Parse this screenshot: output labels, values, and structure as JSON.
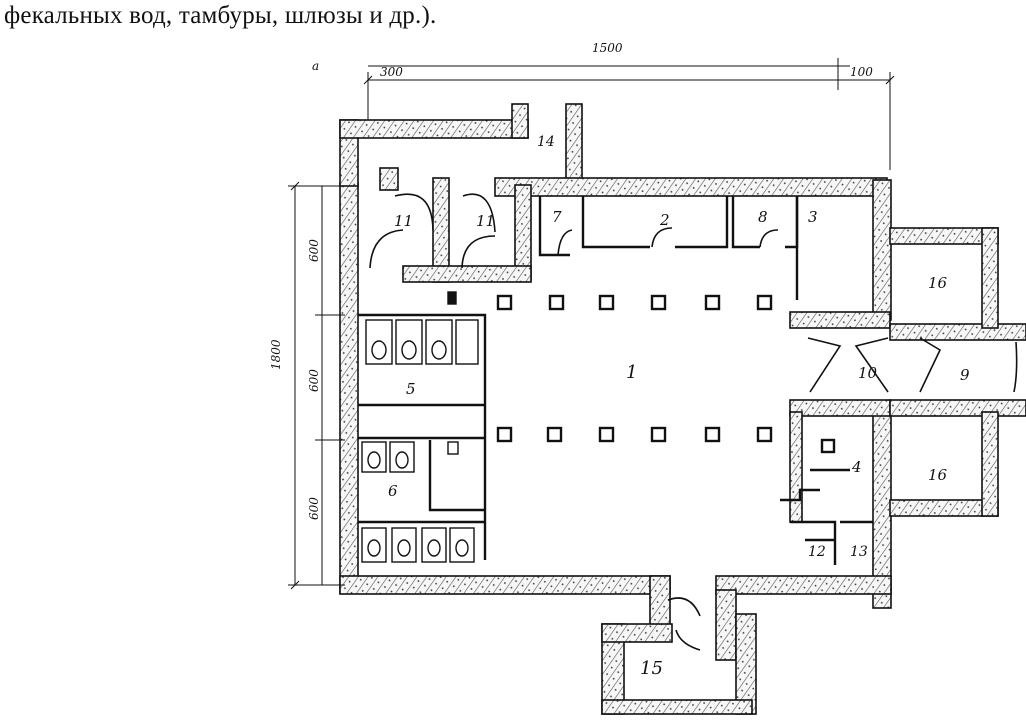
{
  "caption": "фекальных вод, тамбуры, шлюзы и др.).",
  "plan": {
    "panel_letter": "a",
    "dimensions": {
      "overall_width": "1500",
      "left_offset": "300",
      "right_offset": "100",
      "overall_height": "1800",
      "segment_top": "600",
      "segment_middle": "600",
      "segment_bottom": "600"
    },
    "rooms": {
      "r1": "1",
      "r2": "2",
      "r3": "3",
      "r4": "4",
      "r5": "5",
      "r6": "6",
      "r7": "7",
      "r8": "8",
      "r9": "9",
      "r10": "10",
      "r11a": "11",
      "r11b": "11",
      "r12": "12",
      "r13": "13",
      "r14": "14",
      "r15": "15",
      "r16a": "16",
      "r16b": "16"
    }
  }
}
